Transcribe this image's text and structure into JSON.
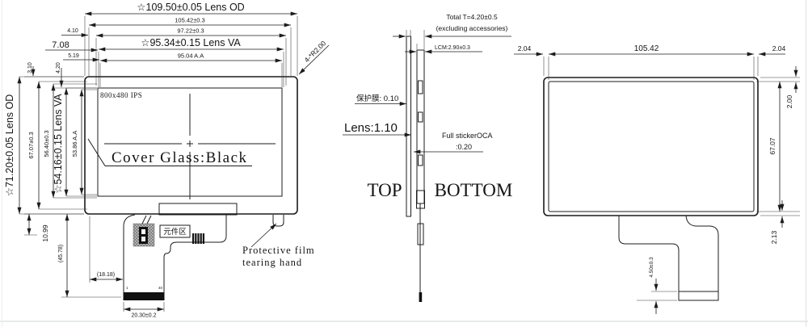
{
  "front": {
    "title_od_w": "☆109.50±0.05 Lens OD",
    "dim_105_42": "105.42±0.3",
    "dim_97_22": "97.22±0.3",
    "title_va_w": "☆95.34±0.15 Lens VA",
    "dim_95_04": "95.04 A.A",
    "dim_4_10": "4.10",
    "dim_7_08": "7.08",
    "dim_5_19": "5.19",
    "dim_3_10": "3.10",
    "dim_4_20": "4.20",
    "title_od_h": "☆71.20±0.05 Lens OD",
    "dim_67_07": "67.07±0.3",
    "dim_56_40": "56.40±0.3",
    "title_va_h": "☆54.16±0.15 Lens VA",
    "dim_53_86": "53.86 A.A",
    "dim_10_99": "10.99",
    "dim_45_78": "(45.78)",
    "dim_18_18": "(18.18)",
    "dim_20_30": "20.30±0.2",
    "panel_spec": "800x480 IPS",
    "cover_glass_label": "Cover Glass:Black",
    "corner_radius_note": "4-*R2.00",
    "component_area_label": "元件区",
    "pin_first": "1",
    "pin_last": "40",
    "protective_film_line1": "Protective film",
    "protective_film_line2": "tearing hand"
  },
  "side": {
    "total_thickness_line1": "Total T=4.20±0.5",
    "total_thickness_line2": "(excluding accessories)",
    "lcm_thickness": "LCM:2.90±0.3",
    "film_thickness": "保护膜: 0.10",
    "lens_thickness": "Lens:1.10",
    "oca_line1": "Full stickerOCA",
    "oca_line2": ":0.20",
    "top_label": "TOP",
    "bottom_label": "BOTTOM"
  },
  "back": {
    "dim_left_gap": "2.04",
    "dim_width": "105.42",
    "dim_right_gap": "2.04",
    "dim_top_gap": "2.00",
    "dim_height": "67.07",
    "dim_bottom_gap": "2.13",
    "dim_tail": "4.50±0.3"
  },
  "colors": {
    "line": "#1c1c1c",
    "page_edge": "#ccd4db"
  }
}
